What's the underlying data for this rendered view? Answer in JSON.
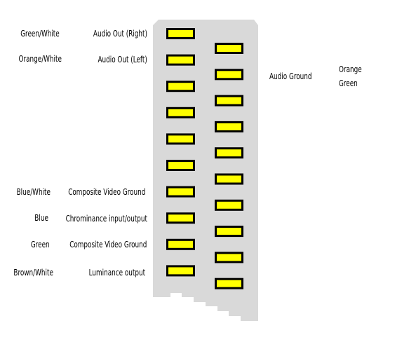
{
  "colors": {
    "background": "#ffffff",
    "connector_body": "#d9d9d9",
    "pin_fill": "#ffff00",
    "pin_border": "#000000",
    "text": "#000000"
  },
  "connector": {
    "name": "scart-connector",
    "left_row_pin_count": 10,
    "right_row_pin_count": 10
  },
  "left_labels": [
    {
      "wire_color": "Green/White",
      "signal": "Audio Out (Right)"
    },
    {
      "wire_color": "Orange/White",
      "signal": "Audio Out (Left)"
    },
    {
      "wire_color": "Blue/White",
      "signal": "Composite Video Ground"
    },
    {
      "wire_color": "Blue",
      "signal": "Chrominance input/output"
    },
    {
      "wire_color": "Green",
      "signal": "Composite Video Ground"
    },
    {
      "wire_color": "Brown/White",
      "signal": "Luminance output"
    }
  ],
  "right_labels": {
    "signal": "Audio Ground",
    "wire_color_1": "Orange",
    "wire_color_2": "Green"
  }
}
